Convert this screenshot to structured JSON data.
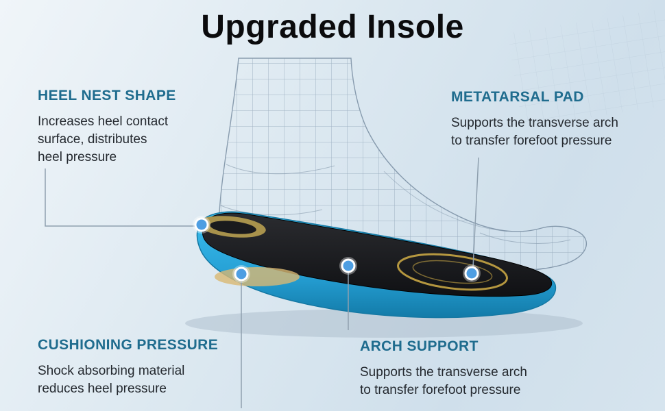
{
  "title": "Upgraded Insole",
  "features": {
    "heel_nest": {
      "heading": "HEEL NEST SHAPE",
      "body": "Increases heel contact\nsurface, distributes\nheel pressure"
    },
    "metatarsal": {
      "heading": "METATARSAL PAD",
      "body": "Supports the transverse arch\nto transfer forefoot pressure"
    },
    "cushioning": {
      "heading": "CUSHIONING PRESSURE",
      "body": "Shock absorbing material\nreduces heel pressure"
    },
    "arch": {
      "heading": "ARCH SUPPORT",
      "body": "Supports the transverse arch\nto transfer forefoot pressure"
    }
  },
  "illustration_notes": {
    "foot": "wireframe mesh foot, side view facing right",
    "insole": "blue orthotic insole with black fabric top, yellow heel pad and forefoot outline",
    "markers": [
      "heel",
      "cushioning",
      "arch",
      "metatarsal"
    ]
  },
  "colors": {
    "heading": "#1f6c8e",
    "body_text": "#24292f",
    "title_text": "#0b0b0d",
    "marker_dot": "#4e9ee2",
    "insole_blue": "#2fb4e9",
    "insole_top": "#17181b",
    "accent_yellow": "#c7a544",
    "leader_line": "#8fa0af",
    "background_start": "#f0f5f9",
    "background_end": "#cfdfeb"
  }
}
